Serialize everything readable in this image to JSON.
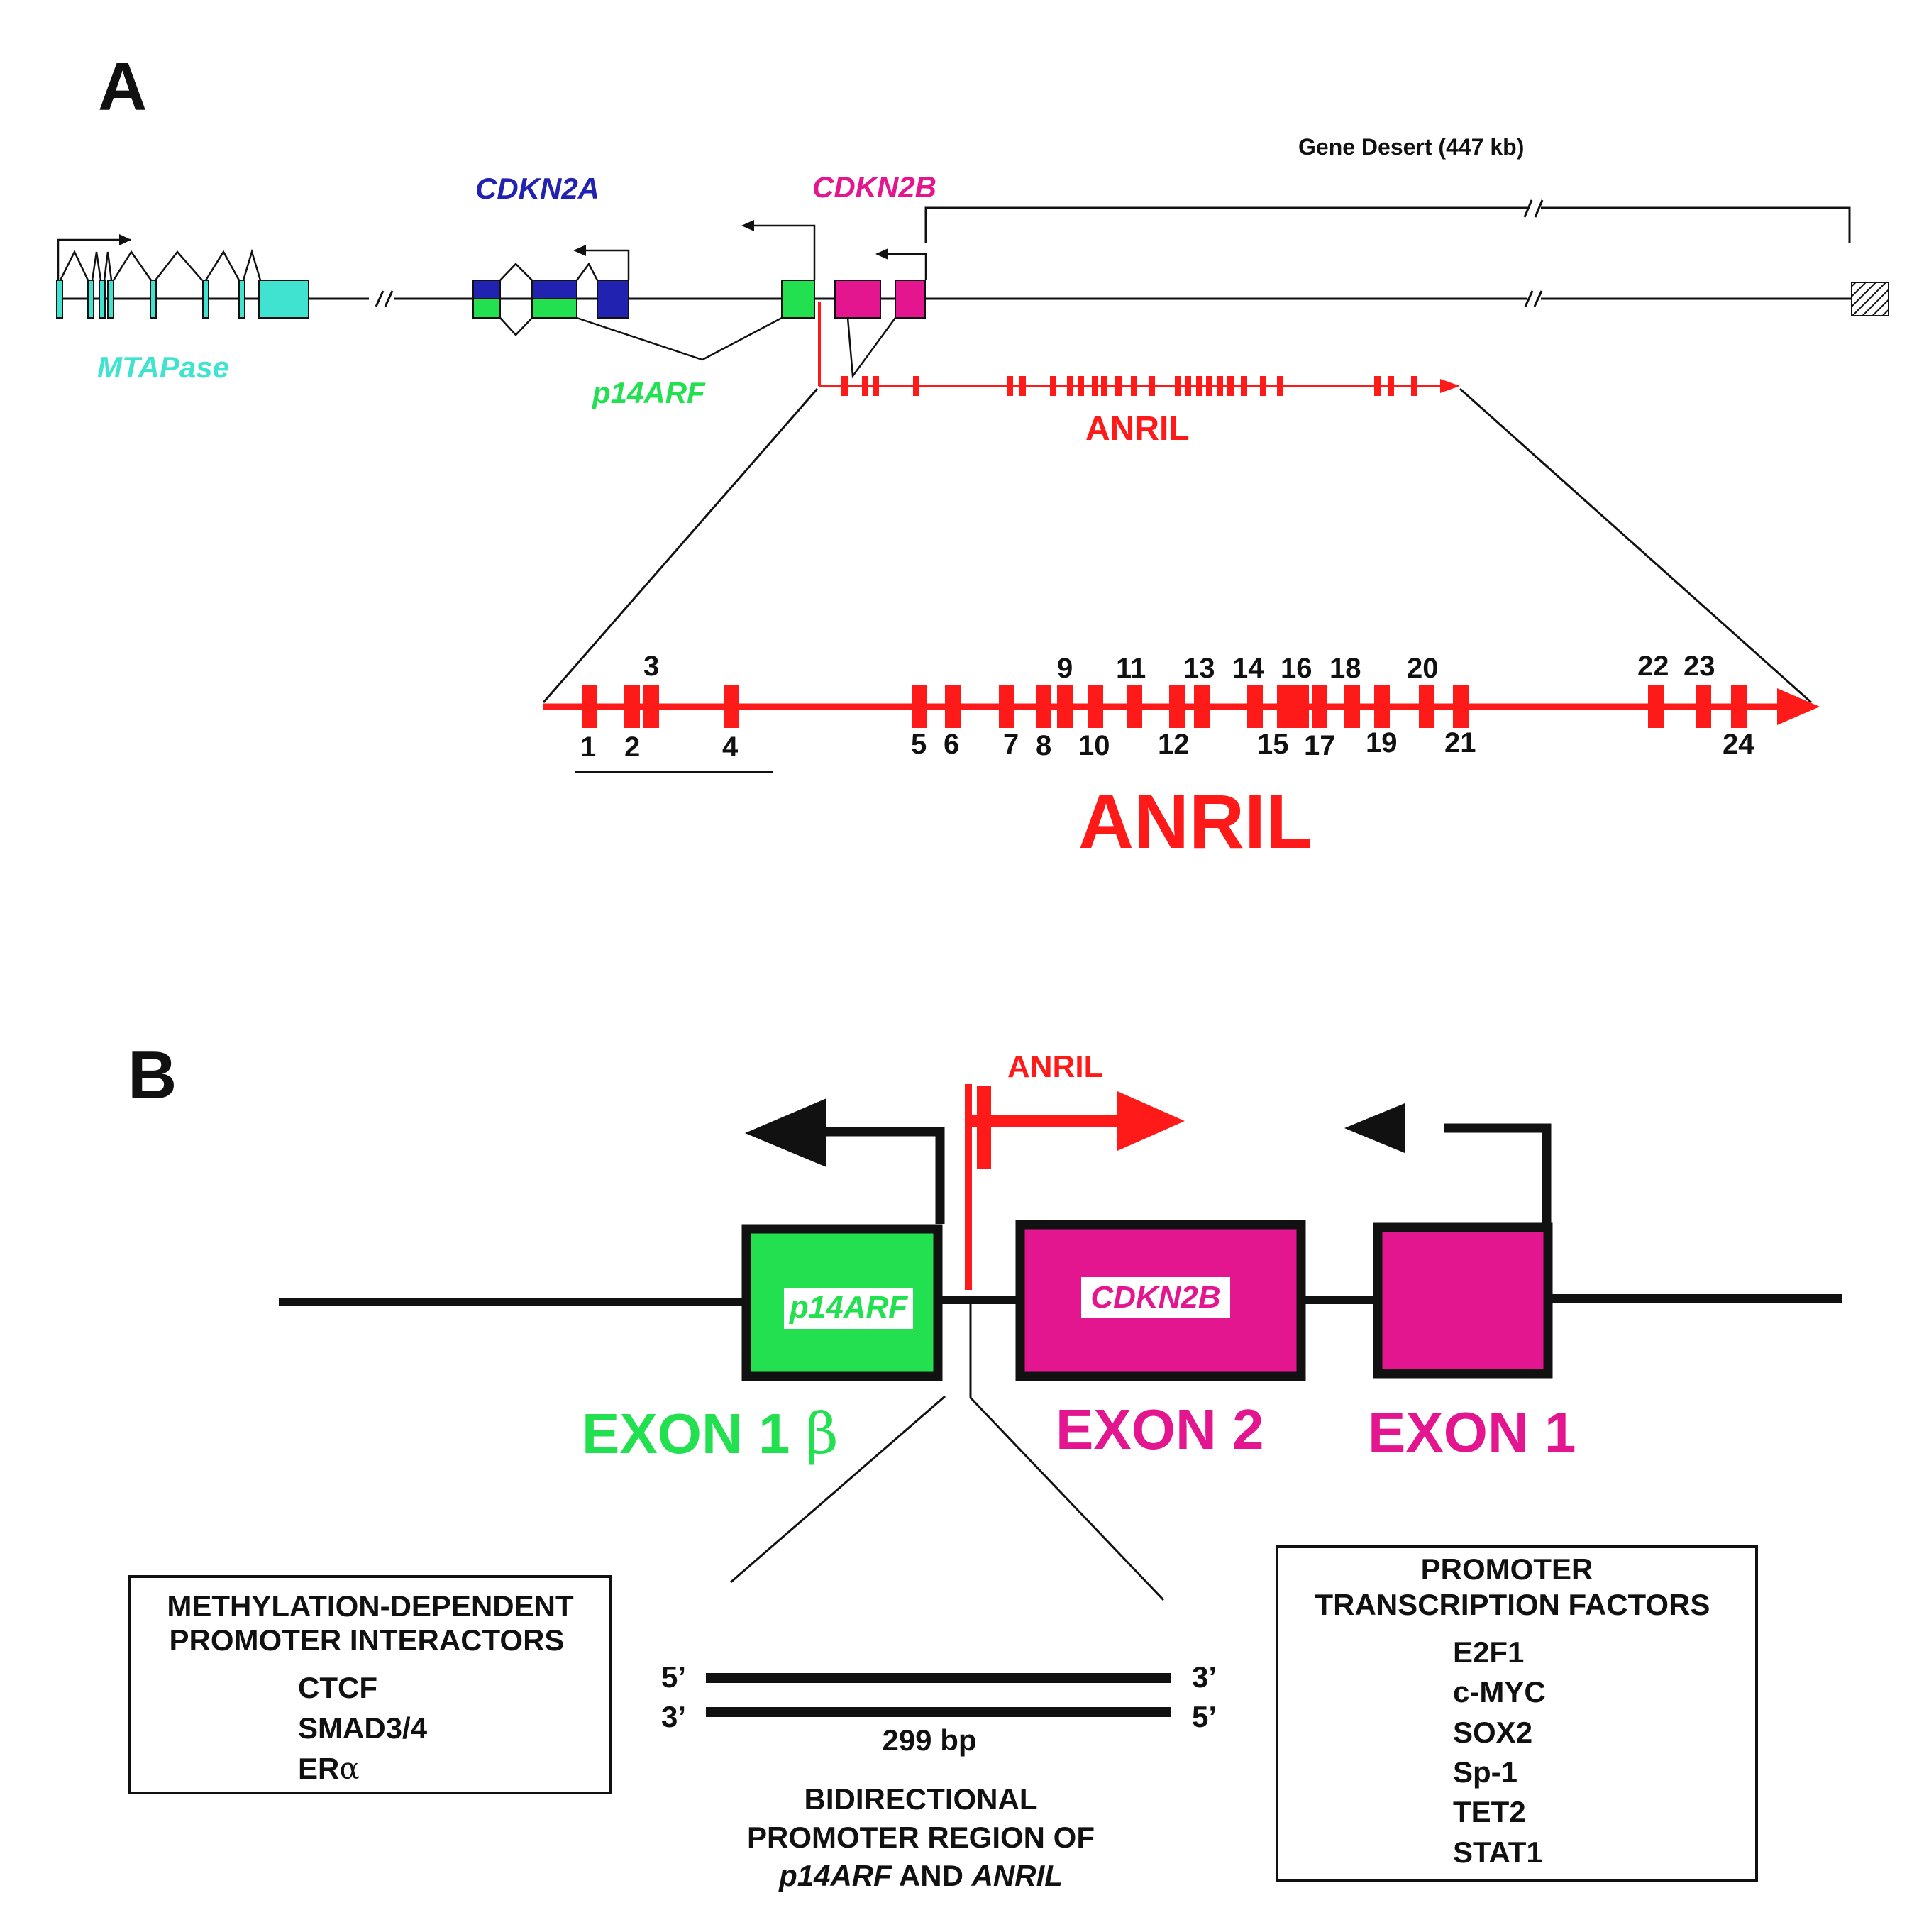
{
  "colors": {
    "mtap": "#3fe3d0",
    "cdkn2a": "#2222b0",
    "arf": "#22e050",
    "cdkn2b": "#e3168f",
    "anril": "#ff1a1a",
    "black": "#111111"
  },
  "panel_a": {
    "label": "A",
    "gene_desert": "Gene Desert (447 kb)",
    "genes": {
      "cdkn2a": "CDKN2A",
      "cdkn2b": "CDKN2B",
      "mtapase": "MTAPase",
      "p14arf": "p14ARF",
      "anril_small": "ANRIL"
    },
    "exon_numbers_top": [
      "3",
      "9",
      "11",
      "13",
      "14",
      "16",
      "18",
      "20",
      "22",
      "23"
    ],
    "exon_numbers_bottom": [
      "1",
      "2",
      "4",
      "5",
      "6",
      "7",
      "8",
      "10",
      "12",
      "15",
      "17",
      "19",
      "21",
      "24"
    ],
    "anril_title": "ANRIL"
  },
  "panel_b": {
    "label": "B",
    "anril_label": "ANRIL",
    "box_arf_label": "p14ARF",
    "box_cdkn2b_label": "CDKN2B",
    "exon_1b": "EXON 1",
    "exon_1b_beta": "β",
    "exon_2": "EXON 2",
    "exon_1": "EXON 1",
    "strand_5_top": "5’",
    "strand_3_top": "3’",
    "strand_3_bottom": "3’",
    "strand_5_bottom": "5’",
    "length": "299 bp",
    "promoter_caption_1": "BIDIRECTIONAL",
    "promoter_caption_2": "PROMOTER REGION OF",
    "promoter_caption_3a": "p14ARF",
    "promoter_caption_3b": " AND ",
    "promoter_caption_3c": "ANRIL",
    "left_box": {
      "title_1": "METHYLATION-DEPENDENT",
      "title_2": "PROMOTER INTERACTORS",
      "items": [
        "CTCF",
        "SMAD3/4",
        "ER"
      ],
      "alpha": "α"
    },
    "right_box": {
      "title_1": "PROMOTER",
      "title_2": "TRANSCRIPTION FACTORS",
      "items": [
        "E2F1",
        "c-MYC",
        "SOX2",
        "Sp-1",
        "TET2",
        "STAT1"
      ]
    }
  }
}
